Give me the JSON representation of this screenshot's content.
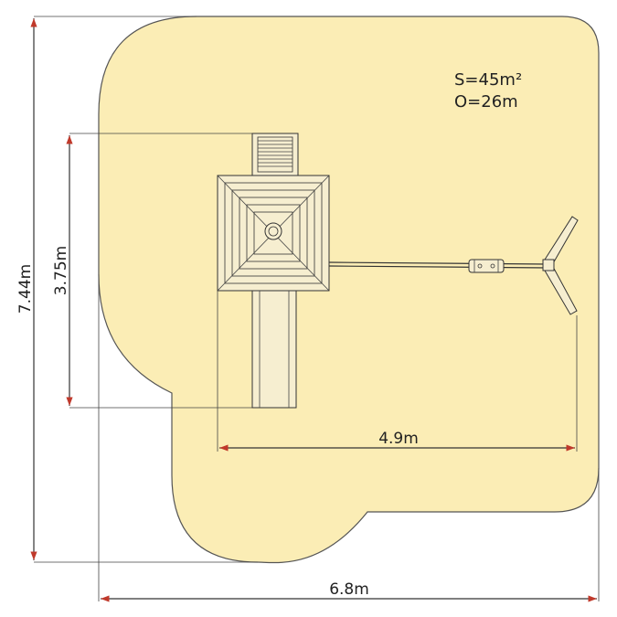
{
  "info": {
    "area_label": "S=45m²",
    "perimeter_label": "O=26m"
  },
  "dimensions": {
    "total_height": "7.44m",
    "total_width": "6.8m",
    "tower_height": "3.75m",
    "swing_length": "4.9m"
  },
  "colors": {
    "safety_zone": "#fbedb5",
    "safety_zone_stroke": "#555555",
    "arrow": "#c0392b",
    "line": "#333333"
  }
}
